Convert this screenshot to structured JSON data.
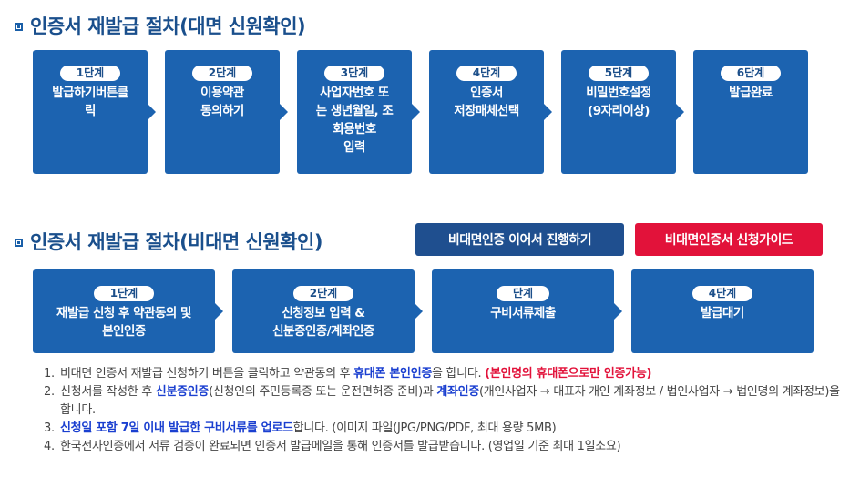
{
  "section1": {
    "title": "인증서 재발급 절차(대면 신원확인)",
    "steps": [
      {
        "badge": "1단계",
        "label": "발급하기버튼클\n릭"
      },
      {
        "badge": "2단계",
        "label": "이용약관\n동의하기"
      },
      {
        "badge": "3단계",
        "label": "사업자번호 또\n는 생년월일, 조\n회용번호\n입력"
      },
      {
        "badge": "4단계",
        "label": "인증서\n저장매체선택"
      },
      {
        "badge": "5단계",
        "label": "비밀번호설정\n(9자리이상)"
      },
      {
        "badge": "6단계",
        "label": "발급완료"
      }
    ]
  },
  "section2": {
    "title": "인증서 재발급 절차(비대면 신원확인)",
    "continue_button": "비대면인증 이어서 진행하기",
    "guide_button": "비대면인증서 신청가이드",
    "steps": [
      {
        "badge": "1단계",
        "label": "재발급 신청 후 약관동의 및\n본인인증"
      },
      {
        "badge": "2단계",
        "label": "신청정보 입력 &\n신분증인증/계좌인증"
      },
      {
        "badge": "단계",
        "label": "구비서류제출"
      },
      {
        "badge": "4단계",
        "label": "발급대기"
      }
    ]
  },
  "notes": {
    "n1": {
      "num": "1.",
      "a": "비대면 인증서 재발급 신청하기 버튼을 클릭하고 약관동의 후 ",
      "b": "휴대폰 본인인증",
      "c": "을 합니다. ",
      "d": "(본인명의 휴대폰으로만 인증가능)"
    },
    "n2": {
      "num": "2.",
      "a": "신청서를 작성한 후 ",
      "b": "신분증인증",
      "c": "(신청인의 주민등록증 또는 운전면허증 준비)과 ",
      "d": "계좌인증",
      "e": "(개인사업자 → 대표자 개인 계좌정보 / 법인사업자 → 법인명의 계좌정보)을 합니다."
    },
    "n3": {
      "num": "3.",
      "a": "신청일 포함 7일 이내 발급한 구비서류를 업로드",
      "b": "합니다. (이미지 파일(JPG/PNG/PDF, 최대 용량 5MB)"
    },
    "n4": {
      "num": "4.",
      "a": "한국전자인증에서 서류 검증이 완료되면 인증서 발급메일을 통해 인증서를 발급받습니다. (영업일 기준 최대 1일소요)"
    }
  },
  "colors": {
    "step_blue": "#1c63b0",
    "title_blue": "#1a4f8c",
    "continue_btn": "#1f4f8f",
    "guide_btn": "#e2123a",
    "highlight_blue": "#1a3fd0",
    "highlight_red": "#e2123a"
  }
}
